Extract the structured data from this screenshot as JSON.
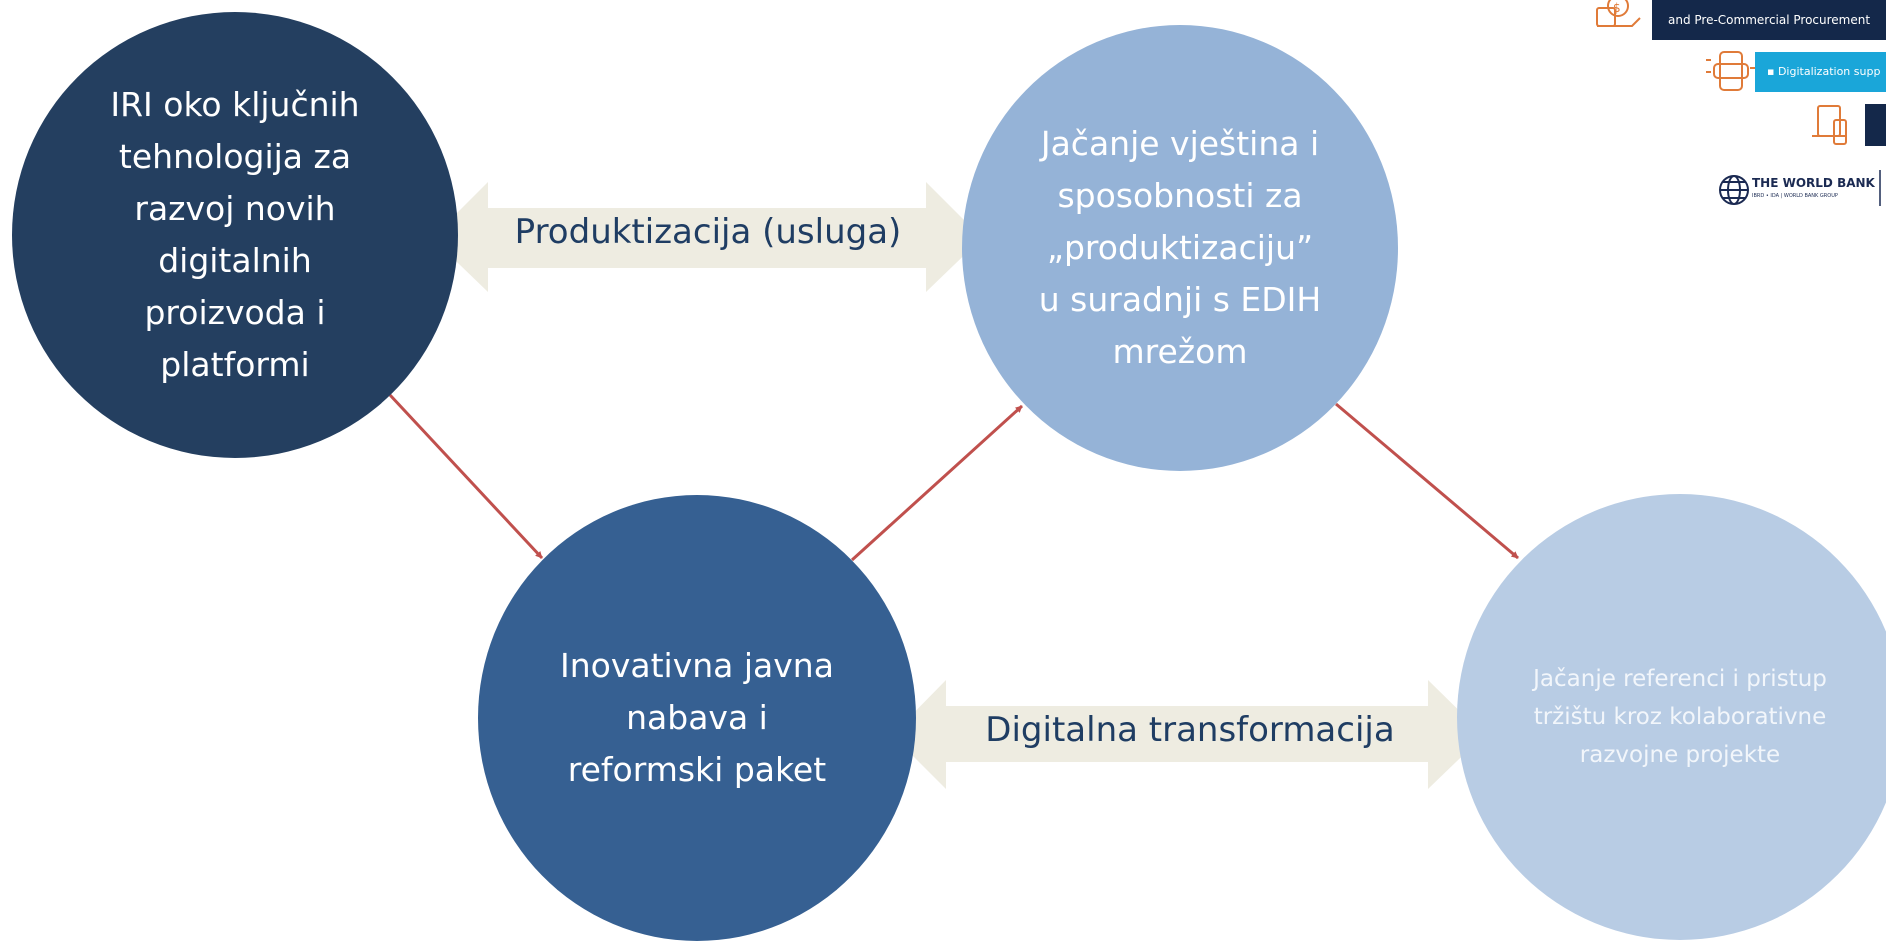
{
  "nodes": {
    "iri": "IRI oko ključnih\ntehnologija za\nrazvoj novih\ndigitalnih\nproizvoda i\nplatformi",
    "skills": "Jačanje vještina i\nsposobnosti za\n„produktizaciju”\nu suradnji s EDIH\nmrežom",
    "procurement": "Inovativna javna\nnabava i\nreformski paket",
    "references": "Jačanje referenci i pristup\ntržištu kroz kolaborativne\nrazvojne projekte"
  },
  "connectors": {
    "top_label": "Produktizacija (usluga)",
    "bottom_label": "Digitalna transformacija"
  },
  "corner": {
    "header_1": "and Pre-Commercial Procurement",
    "header_2": "▪ Digitalization supp",
    "logo_text": "THE WORLD BANK",
    "logo_subtext": "IBRD • IDA | WORLD BANK GROUP"
  },
  "colors": {
    "node_dark": "#243f60",
    "node_mid": "#366092",
    "node_light": "#95b3d7",
    "node_lightest": "#b8cce4",
    "double_arrow": "#eeece1",
    "connector_arrow": "#c0504d",
    "label_text": "#1f3d63"
  },
  "icons": [
    "money-hand-icon",
    "phone-notification-icon",
    "devices-icon",
    "globe-icon"
  ]
}
